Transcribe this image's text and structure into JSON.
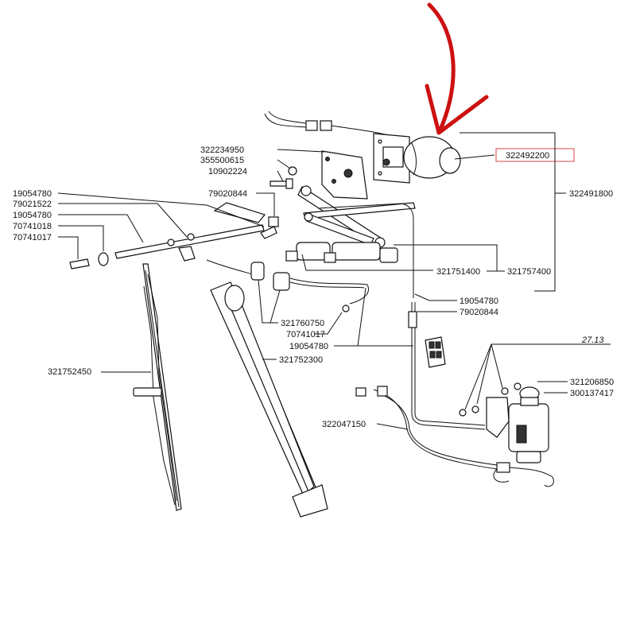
{
  "colors": {
    "line": "#111111",
    "highlight_box": "#d94545",
    "arrow": "#cc1111",
    "background": "#ffffff"
  },
  "labels": {
    "p322234950": "322234950",
    "p355500615": "355500615",
    "p10902224": "10902224",
    "p79020844_top": "79020844",
    "p19054780_a": "19054780",
    "p79021522": "79021522",
    "p19054780_b": "19054780",
    "p70741018": "70741018",
    "p70741017_left": "70741017",
    "p322492200": "322492200",
    "p322491800": "322491800",
    "p321751400": "321751400",
    "p321757400": "321757400",
    "p19054780_c": "19054780",
    "p79020844_right": "79020844",
    "p321760750": "321760750",
    "p70741017_mid": "70741017",
    "p19054780_d": "19054780",
    "p321752450": "321752450",
    "p321752300": "321752300",
    "ref_2713": "27.13",
    "p321206850": "321206850",
    "p300137417": "300137417",
    "p322047150": "322047150"
  }
}
